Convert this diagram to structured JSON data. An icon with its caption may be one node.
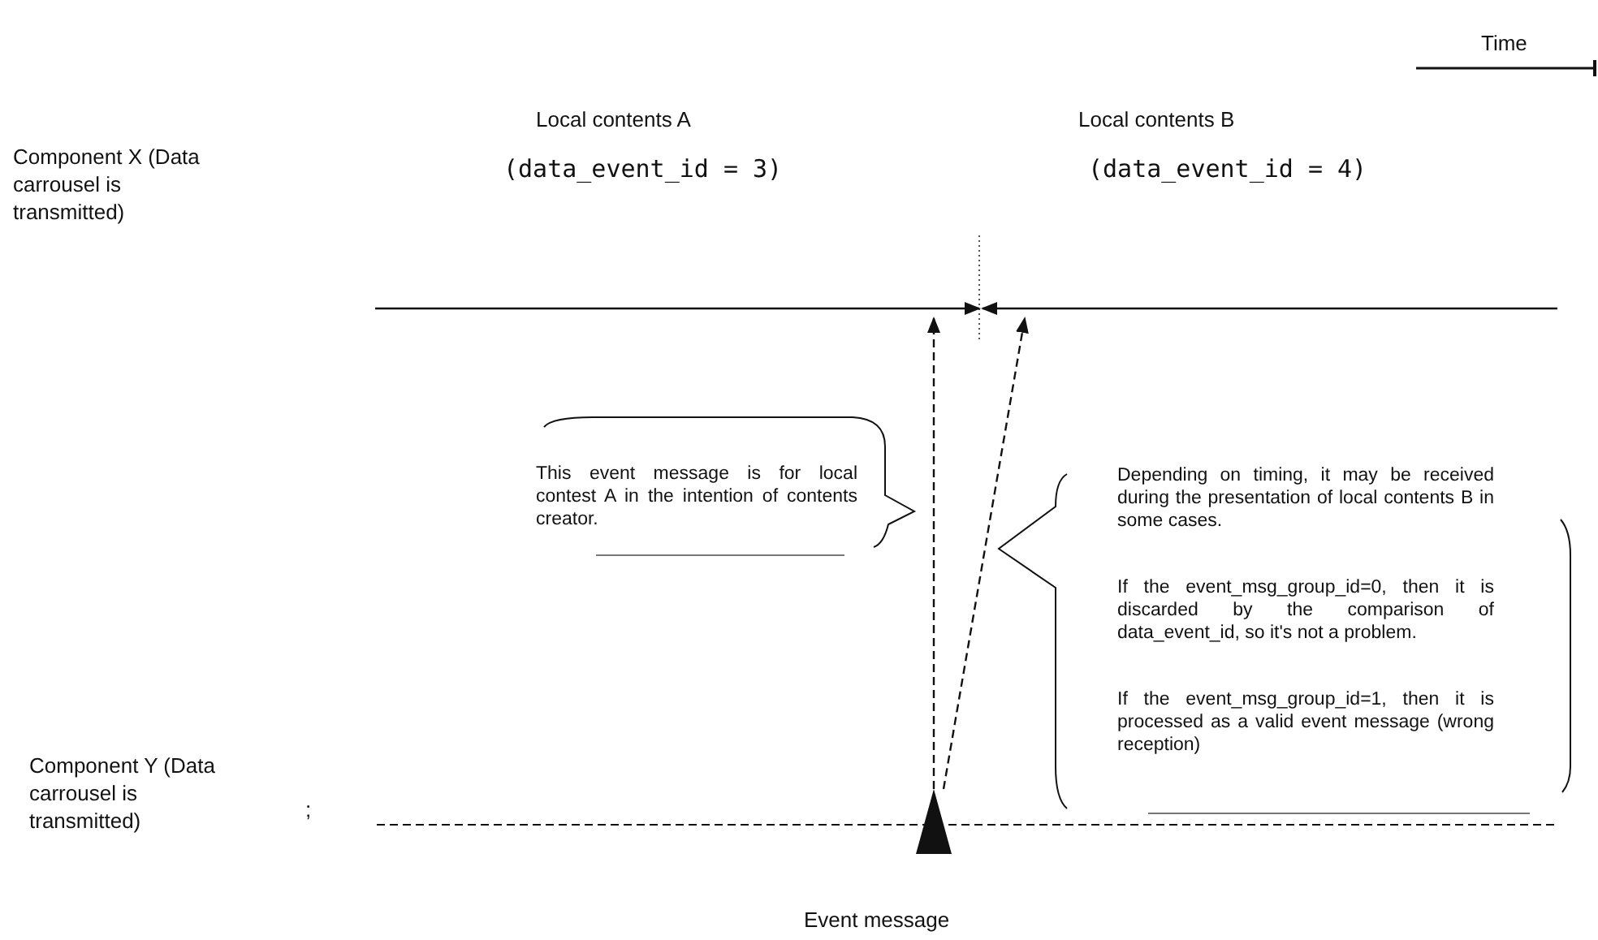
{
  "diagram": {
    "nodes": [
      {
        "text": [
          "Local contents A",
          "(data_event_id = 3)"
        ]
      },
      {
        "text": [
          "Local contents B",
          "(data_event_id = 4)"
        ]
      },
      {
        "text": [],
        "shape": "triangle",
        "beside": [
          "Event message"
        ]
      },
      {
        "text": [
          "This event message is for local contest A in the intention of contents creator."
        ]
      },
      {
        "text": [
          "Depending on timing, it may be received during the presentation of local contents B in some cases.",
          "If the event_msg_group_id=0, then it is discarded by the comparison of data_event_id, so it's not a problem.",
          "If the event_msg_group_id=1, then it is processed as a valid event message (wrong reception)"
        ]
      }
    ],
    "edges": [
      {
        "from": 2,
        "to": 0,
        "arrow": "to",
        "style": "dashed"
      },
      {
        "from": 2,
        "to": 1,
        "arrow": "to",
        "style": "dashed"
      }
    ],
    "labels": [
      "Time",
      "Component X (Data carrousel is transmitted)",
      "Component Y (Data carrousel is transmitted)",
      ";"
    ]
  }
}
